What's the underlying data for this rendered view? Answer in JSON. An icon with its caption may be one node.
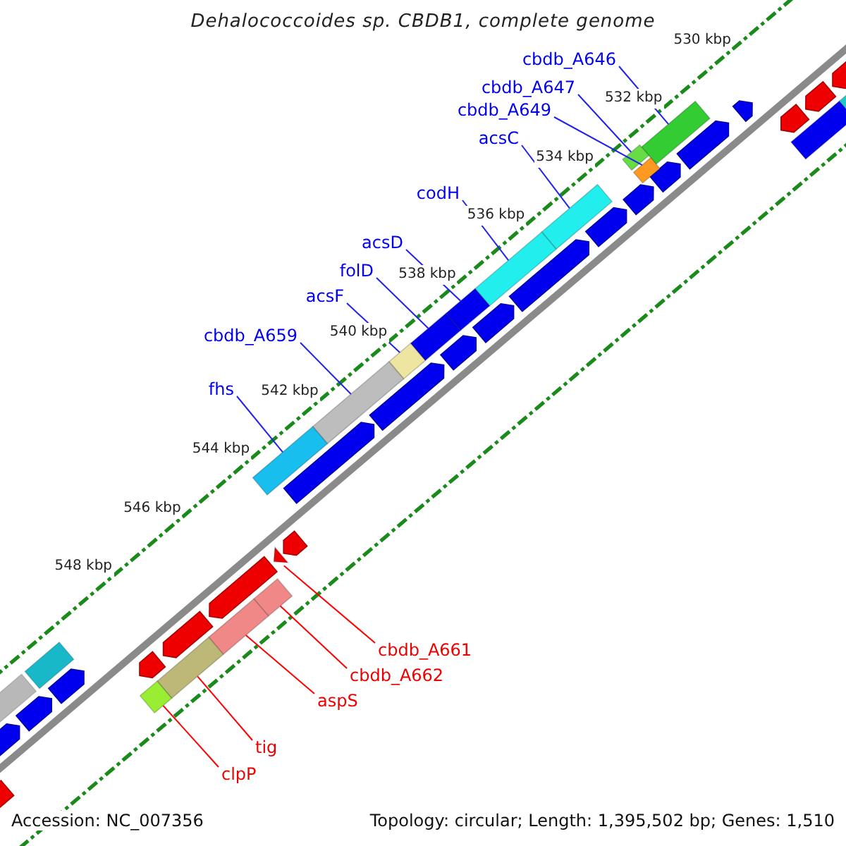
{
  "diagram": {
    "title": "Dehalococcoides sp. CBDB1, complete genome",
    "nodes": [
      {
        "text": [
          "cbdb_A646"
        ]
      },
      {
        "text": [
          "cbdb_A647"
        ]
      },
      {
        "text": [
          "cbdb_A649"
        ]
      },
      {
        "text": [
          "acsC"
        ]
      },
      {
        "text": [
          "codH"
        ]
      },
      {
        "text": [
          "acsD"
        ]
      },
      {
        "text": [
          "folD"
        ]
      },
      {
        "text": [
          "acsF"
        ]
      },
      {
        "text": [
          "cbdb_A659"
        ]
      },
      {
        "text": [
          "fhs"
        ]
      },
      {
        "text": [],
        "shape": "bar"
      },
      {
        "text": [],
        "shape": "bar"
      },
      {
        "text": [],
        "shape": "bar"
      },
      {
        "text": [],
        "shape": "bar"
      },
      {
        "text": [],
        "shape": "bar"
      },
      {
        "text": [],
        "shape": "bar"
      },
      {
        "text": [],
        "shape": "bar"
      },
      {
        "text": [],
        "shape": "bar"
      },
      {
        "text": [],
        "shape": "bar"
      },
      {
        "text": [],
        "shape": "bar"
      },
      {
        "text": [
          "cbdb_A661"
        ]
      },
      {
        "text": [
          "cbdb_A662"
        ]
      },
      {
        "text": [
          "aspS"
        ]
      },
      {
        "text": [
          "tig"
        ]
      },
      {
        "text": [
          "clpP"
        ]
      },
      {
        "text": [],
        "shape": "triangle"
      },
      {
        "text": [],
        "shape": "bar"
      },
      {
        "text": [],
        "shape": "bar"
      },
      {
        "text": [],
        "shape": "bar"
      },
      {
        "text": [],
        "shape": "bar"
      }
    ],
    "edges": [
      {
        "from": 0,
        "to": 10,
        "arrow": "none"
      },
      {
        "from": 1,
        "to": 11,
        "arrow": "none"
      },
      {
        "from": 2,
        "to": 12,
        "arrow": "none"
      },
      {
        "from": 3,
        "to": 13,
        "arrow": "none"
      },
      {
        "from": 4,
        "to": 14,
        "arrow": "none"
      },
      {
        "from": 5,
        "to": 15,
        "arrow": "none"
      },
      {
        "from": 6,
        "to": 16,
        "arrow": "none"
      },
      {
        "from": 7,
        "to": 17,
        "arrow": "none"
      },
      {
        "from": 8,
        "to": 18,
        "arrow": "none"
      },
      {
        "from": 9,
        "to": 19,
        "arrow": "none"
      },
      {
        "from": 20,
        "to": 25,
        "arrow": "none",
        "color": "#ff0000"
      },
      {
        "from": 21,
        "to": 26,
        "arrow": "none",
        "color": "#ff0000"
      },
      {
        "from": 22,
        "to": 27,
        "arrow": "none",
        "color": "#ff0000"
      },
      {
        "from": 23,
        "to": 28,
        "arrow": "none",
        "color": "#ff0000"
      },
      {
        "from": 24,
        "to": 29,
        "arrow": "none",
        "color": "#ff0000"
      }
    ],
    "labels": [
      "530 kbp",
      "532 kbp",
      "534 kbp",
      "536 kbp",
      "538 kbp",
      "540 kbp",
      "542 kbp",
      "544 kbp",
      "546 kbp",
      "548 kbp",
      "Accession: NC_007356",
      "Topology: circular; Length: 1,395,502 bp; Genes: 1,510"
    ]
  }
}
